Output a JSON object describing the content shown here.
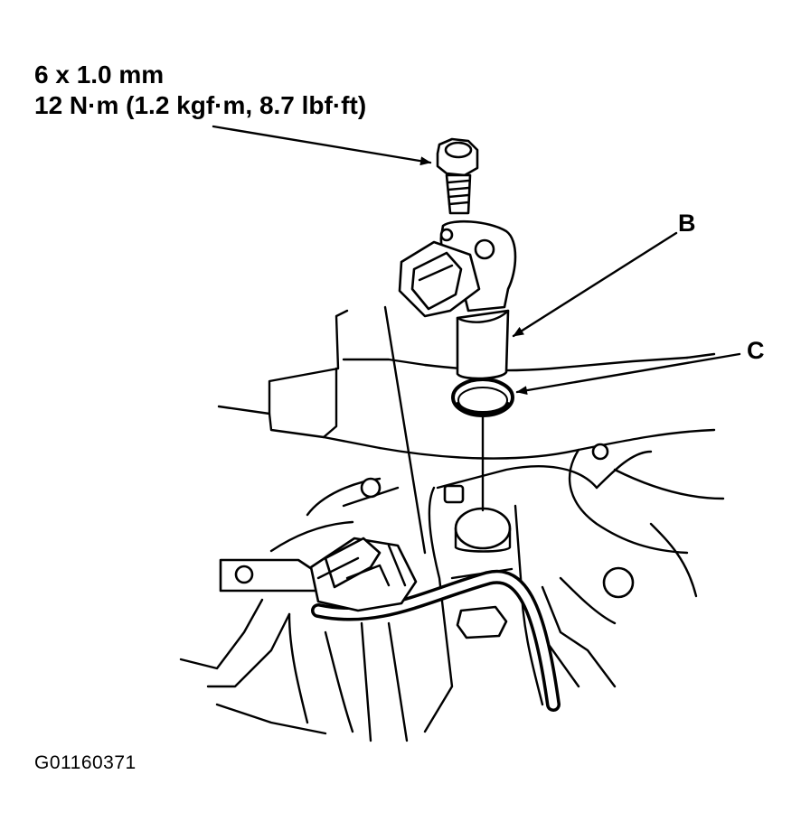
{
  "spec": {
    "line1": "6 x 1.0 mm",
    "line2": "12 N·m (1.2 kgf·m, 8.7 lbf·ft)"
  },
  "callouts": {
    "b": "B",
    "c": "C"
  },
  "figure_id": "G01160371",
  "icons": [
    "bolt-icon",
    "sensor-icon",
    "o-ring-icon",
    "connector-icon"
  ]
}
